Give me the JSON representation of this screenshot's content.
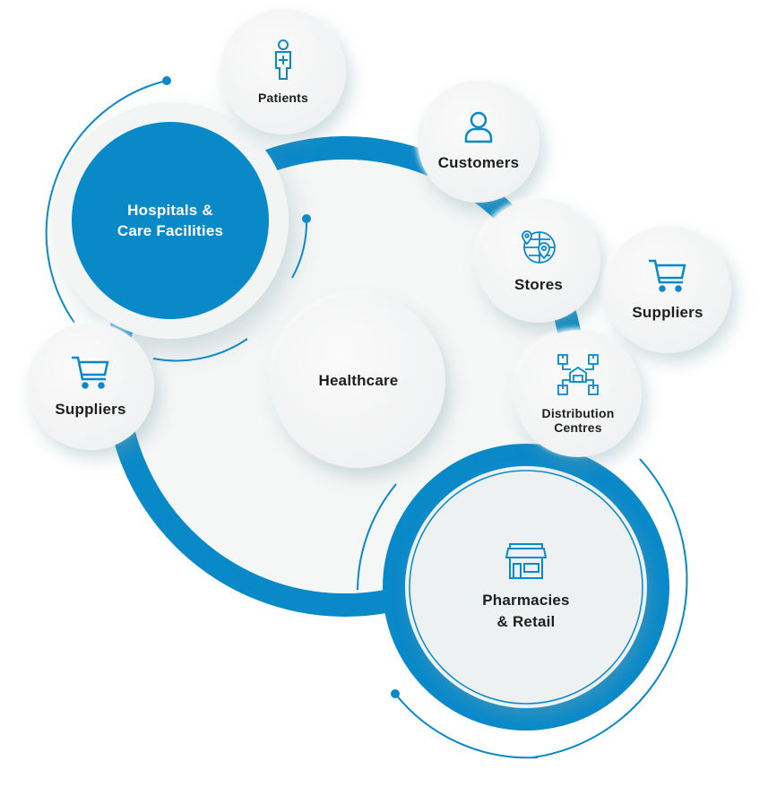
{
  "diagram": {
    "title": "Healthcare",
    "accent_color": "#0a89c9",
    "text_color": "#1e1e1e",
    "nodes": {
      "center": {
        "label": "Healthcare"
      },
      "hospitals": {
        "label_line1": "Hospitals &",
        "label_line2": "Care Facilities"
      },
      "patients": {
        "label": "Patients",
        "icon": "patient-medical-icon"
      },
      "customers": {
        "label": "Customers",
        "icon": "user-icon"
      },
      "stores": {
        "label": "Stores",
        "icon": "globe-location-icon"
      },
      "suppliers_right": {
        "label": "Suppliers",
        "icon": "shopping-cart-icon"
      },
      "distribution": {
        "label_line1": "Distribution",
        "label_line2": "Centres",
        "icon": "distribution-network-icon"
      },
      "suppliers_left": {
        "label": "Suppliers",
        "icon": "shopping-cart-icon"
      },
      "pharmacies": {
        "label_line1": "Pharmacies",
        "label_line2": "& Retail",
        "icon": "storefront-icon"
      }
    }
  }
}
